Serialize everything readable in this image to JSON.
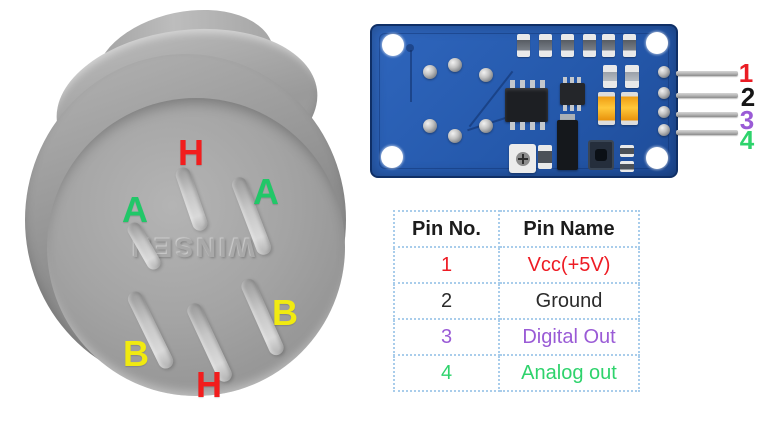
{
  "sensor": {
    "embossed_text": "WINSEN",
    "pin_labels": [
      {
        "id": "h-top",
        "label": "H",
        "color": "#f21d1d"
      },
      {
        "id": "a-left",
        "label": "A",
        "color": "#21c768"
      },
      {
        "id": "a-right",
        "label": "A",
        "color": "#21c768"
      },
      {
        "id": "b-left",
        "label": "B",
        "color": "#f1ea10"
      },
      {
        "id": "b-right",
        "label": "B",
        "color": "#f1ea10"
      },
      {
        "id": "h-bottom",
        "label": "H",
        "color": "#f21d1d"
      }
    ]
  },
  "module": {
    "board_color": "#2a5cb0",
    "pin_numbers": [
      {
        "number": "1",
        "color": "#ea1c24"
      },
      {
        "number": "2",
        "color": "#161616"
      },
      {
        "number": "3",
        "color": "#9a5bd6"
      },
      {
        "number": "4",
        "color": "#2ed36c"
      }
    ]
  },
  "pin_table": {
    "headers": [
      "Pin No.",
      "Pin Name"
    ],
    "header_color": "#1c1c1c",
    "border_color": "#a9cdeb",
    "rows": [
      {
        "no": "1",
        "name": "Vcc(+5V)",
        "color": "#ee1c24"
      },
      {
        "no": "2",
        "name": "Ground",
        "color": "#2b2b2b"
      },
      {
        "no": "3",
        "name": "Digital Out",
        "color": "#9a5bd6"
      },
      {
        "no": "4",
        "name": "Analog out",
        "color": "#2ed36c"
      }
    ]
  }
}
